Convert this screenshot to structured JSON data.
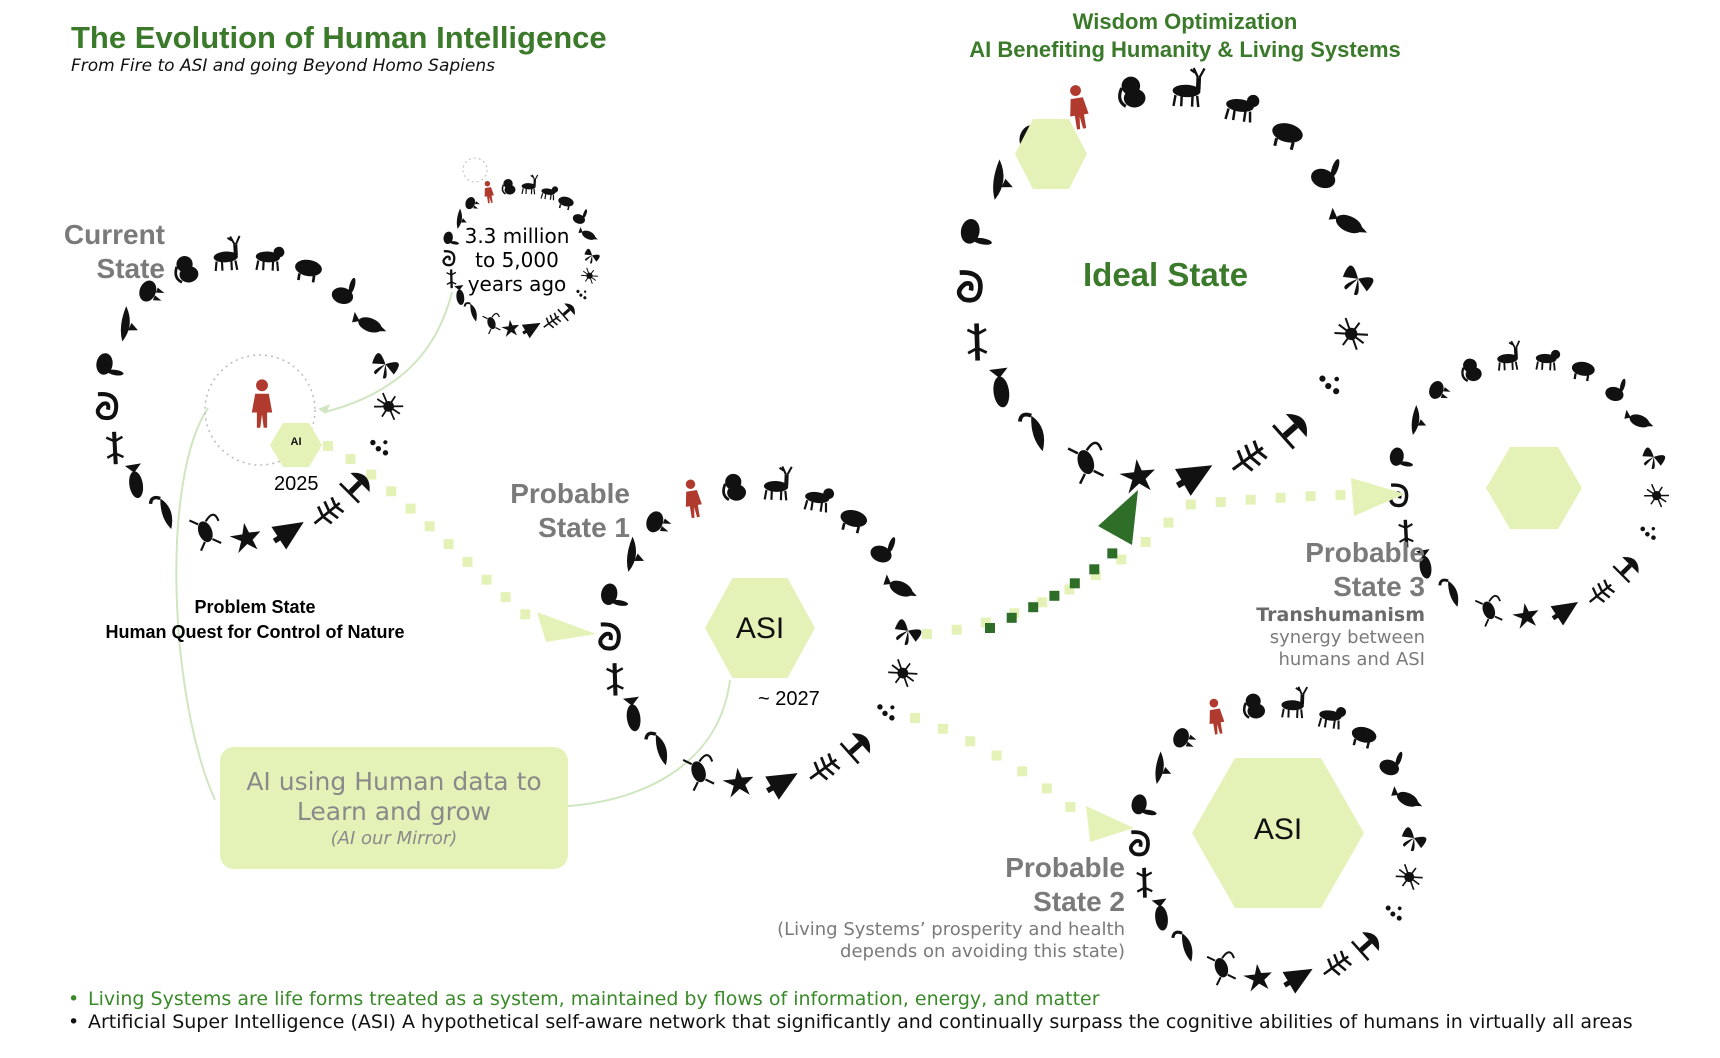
{
  "header": {
    "title": "The Evolution of Human Intelligence",
    "subtitle": "From Fire to ASI and going Beyond Homo Sapiens"
  },
  "ideal": {
    "heading_line1": "Wisdom Optimization",
    "heading_line2": "AI Benefiting Humanity & Living Systems",
    "label": "Ideal State"
  },
  "current": {
    "label_line1": "Current",
    "label_line2": "State",
    "ai_badge": "AI",
    "year": "2025",
    "problem_line1": "Problem State",
    "problem_line2": "Human Quest for Control of Nature"
  },
  "ancient": {
    "line1": "3.3 million",
    "line2": "to 5,000",
    "line3": "years ago"
  },
  "mirror_box": {
    "line1": "AI using Human data to",
    "line2": "Learn and grow",
    "line3": "(AI our Mirror)"
  },
  "state1": {
    "label_line1": "Probable",
    "label_line2": "State 1",
    "hex_label": "ASI",
    "year": "~ 2027"
  },
  "state2": {
    "label_line1": "Probable",
    "label_line2": "State 2",
    "note_line1": "(Living Systems’ prosperity and health",
    "note_line2": "depends on avoiding this state)",
    "hex_label": "ASI"
  },
  "state3": {
    "label_line1": "Probable",
    "label_line2": "State 3",
    "sub_bold": "Transhumanism",
    "sub_line1": "synergy between",
    "sub_line2": "humans and ASI"
  },
  "definitions": {
    "bullet": "•",
    "living_systems": "Living Systems are life forms treated as a system, maintained by flows of information, energy, and matter",
    "asi": "Artificial Super Intelligence (ASI) A hypothetical self-aware network that significantly and continually surpass the cognitive abilities of humans in virtually all areas"
  },
  "colors": {
    "title_green": "#3a7a2a",
    "hex_fill": "#e4f2b8",
    "dot_light": "#e4f2b8",
    "dot_dark": "#2f6e28",
    "label_gray": "#7a7a7a",
    "human_red": "#b03a2e",
    "silhouette": "#111111"
  },
  "icons": [
    "human-figure-icon",
    "monkey-icon",
    "deer-icon",
    "dog-icon",
    "boar-icon",
    "rabbit-icon",
    "bird-icon",
    "fish-icon",
    "butterfly-icon",
    "spider-icon",
    "ant-icon",
    "mushroom-icon",
    "tree-icon",
    "fern-icon",
    "starfish-icon",
    "scorpion-icon",
    "crocodile-icon",
    "lizard-icon",
    "snake-icon",
    "dolphin-icon",
    "cat-icon"
  ]
}
